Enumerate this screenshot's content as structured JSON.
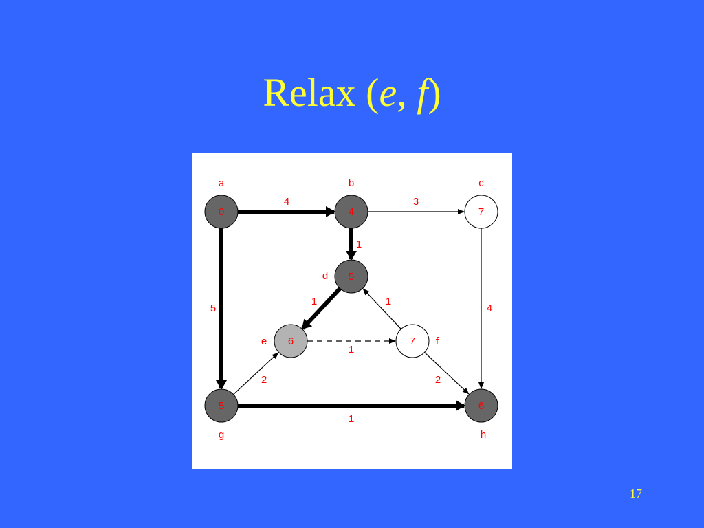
{
  "slide": {
    "title_prefix": "Relax (",
    "title_var1": "e",
    "title_sep": ", ",
    "title_var2": "f",
    "title_suffix": ")",
    "page_number": "17"
  },
  "graph": {
    "vertices": [
      {
        "id": "a",
        "value": "0",
        "state": "dark"
      },
      {
        "id": "b",
        "value": "4",
        "state": "dark"
      },
      {
        "id": "c",
        "value": "7",
        "state": "white"
      },
      {
        "id": "d",
        "value": "5",
        "state": "dark"
      },
      {
        "id": "e",
        "value": "6",
        "state": "light"
      },
      {
        "id": "f",
        "value": "7",
        "state": "white"
      },
      {
        "id": "g",
        "value": "5",
        "state": "dark"
      },
      {
        "id": "h",
        "value": "6",
        "state": "dark"
      }
    ],
    "edges": [
      {
        "from": "a",
        "to": "b",
        "weight": "4",
        "style": "bold"
      },
      {
        "from": "b",
        "to": "c",
        "weight": "3",
        "style": "thin"
      },
      {
        "from": "b",
        "to": "d",
        "weight": "1",
        "style": "bold"
      },
      {
        "from": "a",
        "to": "g",
        "weight": "5",
        "style": "bold"
      },
      {
        "from": "d",
        "to": "e",
        "weight": "1",
        "style": "bold"
      },
      {
        "from": "f",
        "to": "d",
        "weight": "1",
        "style": "thin"
      },
      {
        "from": "c",
        "to": "h",
        "weight": "4",
        "style": "thin"
      },
      {
        "from": "e",
        "to": "f",
        "weight": "1",
        "style": "dashed"
      },
      {
        "from": "g",
        "to": "e",
        "weight": "2",
        "style": "thin"
      },
      {
        "from": "f",
        "to": "h",
        "weight": "2",
        "style": "thin"
      },
      {
        "from": "g",
        "to": "h",
        "weight": "1",
        "style": "bold"
      }
    ],
    "colors": {
      "dark": "#666666",
      "light": "#b3b3b3",
      "white": "#ffffff",
      "text": "#ff0000"
    }
  }
}
